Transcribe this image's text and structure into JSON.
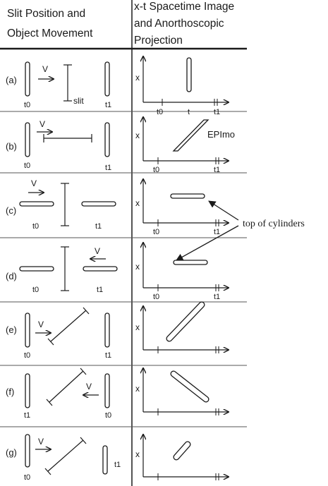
{
  "header": {
    "left_line1": "Slit Position and",
    "left_line2": "Object Movement",
    "right_line1": "x-t Spacetime Image",
    "right_line2": "and Anorthoscopic",
    "right_line3": "Projection"
  },
  "rows": [
    {
      "label": "(a)",
      "velocity": "V",
      "slit_label": "slit",
      "t0": "t0",
      "t1": "t1",
      "axis_x": "x",
      "tick_t0": "t0",
      "tick_t": "t",
      "tick_t1": "t1"
    },
    {
      "label": "(b)",
      "velocity": "V",
      "t0": "t0",
      "t1": "t1",
      "axis_x": "x",
      "tick_t0": "t0",
      "tick_t1": "t1",
      "annotation": "EPImo"
    },
    {
      "label": "(c)",
      "velocity": "V",
      "t0": "t0",
      "t1": "t1",
      "axis_x": "x",
      "tick_t0": "t0",
      "tick_t1": "t1"
    },
    {
      "label": "(d)",
      "velocity": "V",
      "t0": "t0",
      "t1": "t1",
      "axis_x": "x",
      "tick_t0": "t0",
      "tick_t1": "t1"
    },
    {
      "label": "(e)",
      "velocity": "V",
      "t0": "t0",
      "t1": "t1",
      "axis_x": "x"
    },
    {
      "label": "(f)",
      "velocity": "V",
      "t0": "t1",
      "t1": "t0",
      "axis_x": "x"
    },
    {
      "label": "(g)",
      "velocity": "V",
      "t0": "t0",
      "t1": "t1",
      "axis_x": "x"
    }
  ],
  "callout": "top of cylinders"
}
